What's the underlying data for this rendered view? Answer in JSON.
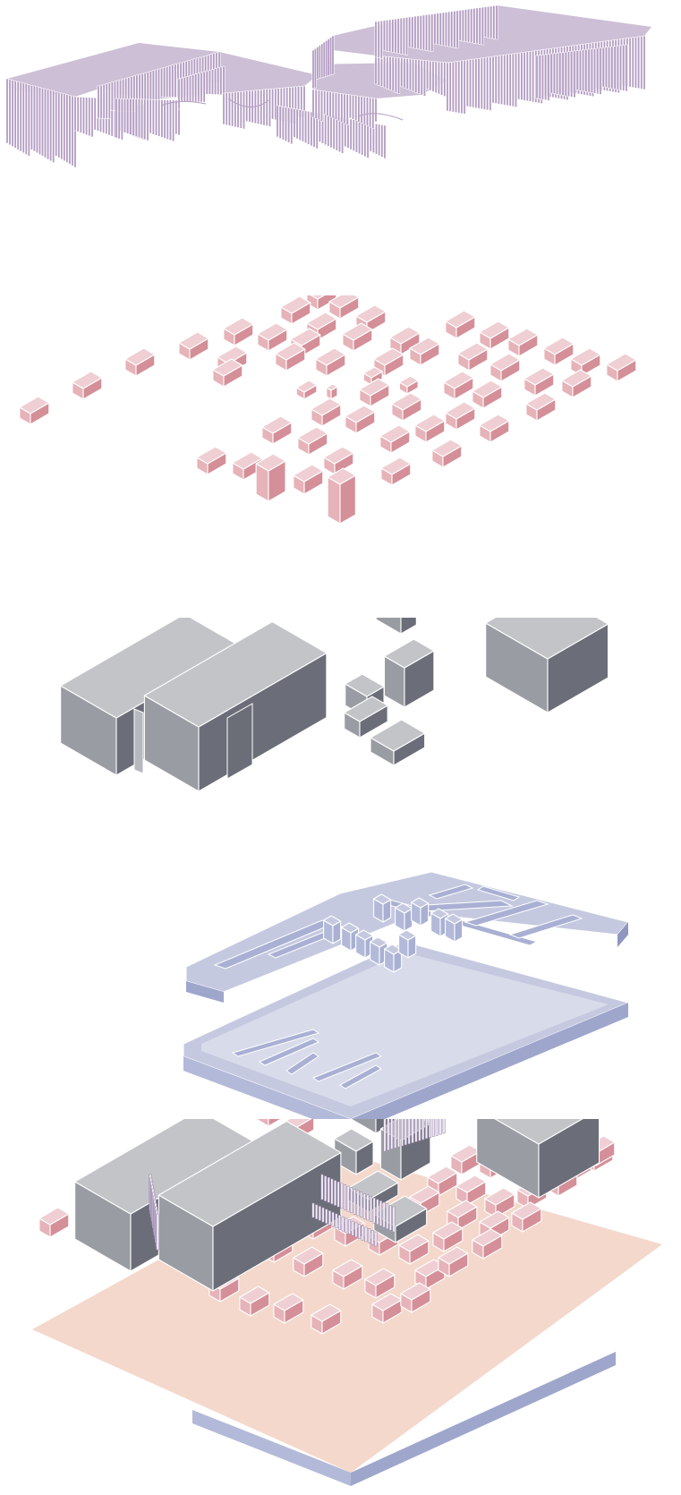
{
  "colors": {
    "background": "#ffffff",
    "screen_top": "#cdbfd6",
    "screen_front": "#b39cc2",
    "screen_line": "#ffffff",
    "volume_top": "#efcfd3",
    "volume_left": "#e6b3b9",
    "volume_right": "#d58f98",
    "building_top": "#c3c4c8",
    "building_left": "#9a9ca3",
    "building_right": "#6b6d78",
    "plan_floor": "#d8dbea",
    "plan_top": "#c5c9e0",
    "plan_wall": "#a9b0d3",
    "plan_side": "#9ea6cc",
    "site_ground": "#f4d8cc",
    "edge": "#ffffff"
  },
  "layers": [
    {
      "id": "screen",
      "description_icon": "vertical-screen-icon"
    },
    {
      "id": "volumes",
      "description_icon": "box-volume-icon"
    },
    {
      "id": "buildings",
      "description_icon": "building-mass-icon"
    },
    {
      "id": "plan",
      "description_icon": "floor-plan-icon"
    },
    {
      "id": "composite",
      "description_icon": "site-assembly-icon"
    }
  ]
}
